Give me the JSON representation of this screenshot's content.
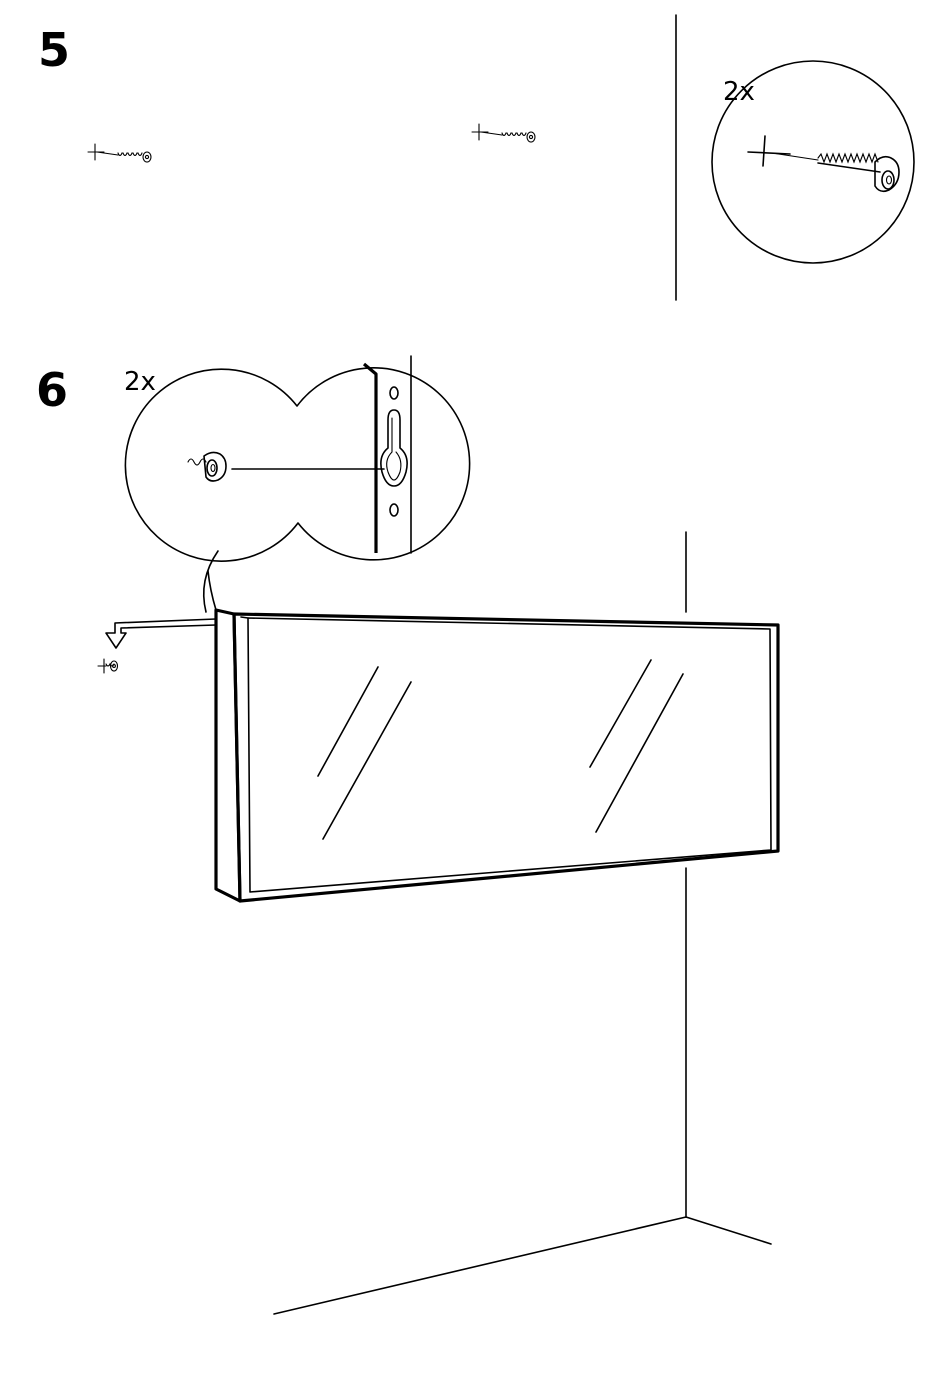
{
  "steps": [
    {
      "number": "5",
      "quantity": "2x"
    },
    {
      "number": "6",
      "quantity": "2x"
    }
  ],
  "icons": [
    "screw-icon",
    "screw-detail-icon",
    "keyhole-bracket-icon",
    "down-arrow-icon",
    "mirror-frame-icon",
    "wall-corner-lines"
  ]
}
